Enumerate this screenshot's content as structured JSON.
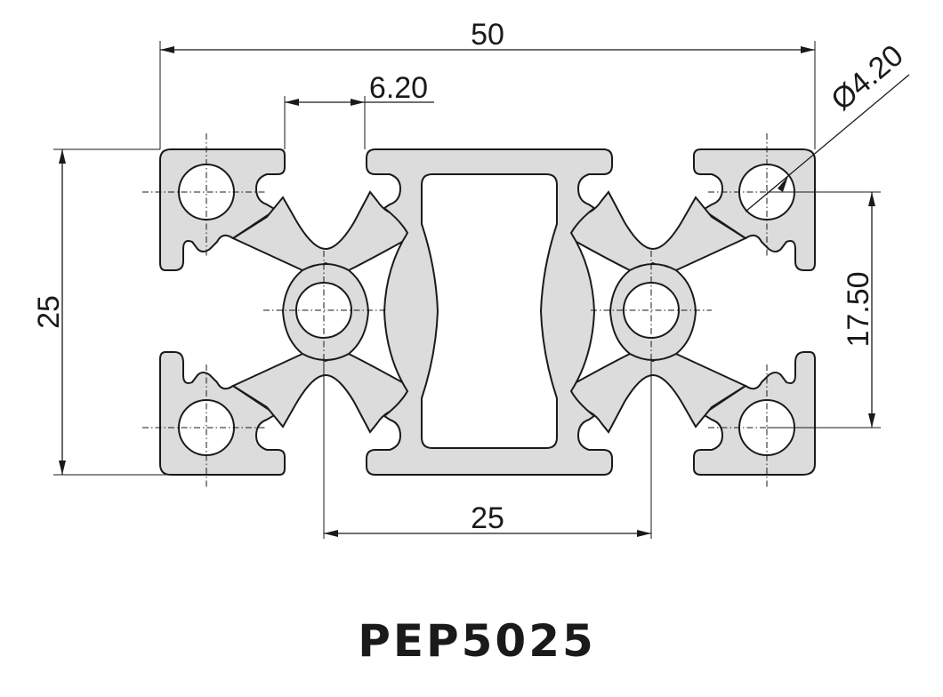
{
  "colors": {
    "profile_fill": "#dcdcdc",
    "line": "#1a1a1a",
    "background": "#ffffff"
  },
  "dimensions": {
    "width_label": "50",
    "height_label": "25",
    "slot_width_label": "6.20",
    "hole_diameter_label": "Ø4.20",
    "hole_spacing_vertical_label": "17.50",
    "center_spacing_label": "25"
  },
  "title": "PEP5025"
}
